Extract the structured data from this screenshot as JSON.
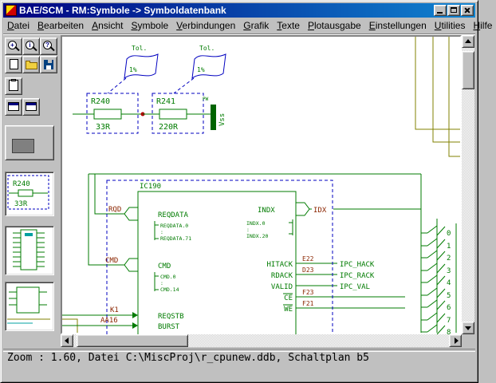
{
  "window": {
    "title": "BAE/SCM - RM:Symbole -> Symboldatenbank"
  },
  "menu": {
    "items": [
      "Datei",
      "Bearbeiten",
      "Ansicht",
      "Symbole",
      "Verbindungen",
      "Grafik",
      "Texte",
      "Plotausgabe",
      "Einstellungen",
      "Utilities",
      "Hilfe"
    ]
  },
  "toolbar": {
    "zoom_in_glyph": "+",
    "zoom_info_glyph": "i",
    "zoom_help_glyph": "?",
    "preview": {
      "ref": "R240",
      "value": "33R"
    }
  },
  "canvas": {
    "flag1": {
      "label": "Tol.",
      "value": "1%"
    },
    "flag2": {
      "label": "Tol.",
      "value": "1%"
    },
    "r240": {
      "ref": "R240",
      "value": "33R"
    },
    "r241": {
      "ref": "R241",
      "value": "220R"
    },
    "power": {
      "type": "PW",
      "net": "Vss"
    },
    "ic190": {
      "ref": "IC190",
      "nets": {
        "rqd": "RQD",
        "cmd": "CMD",
        "k1": "K1",
        "aa16": "AA16",
        "idx": "IDX",
        "ipc_hack": "IPC_HACK",
        "ipc_rack": "IPC_RACK",
        "ipc_val": "IPC_VAL"
      },
      "pins": {
        "e22": "E22",
        "d23": "D23",
        "f23": "F23",
        "f21": "F21"
      },
      "left": {
        "reqdata": "REQDATA",
        "reqdata0": "REQDATA.0",
        "dots1": ":",
        "reqdata71": "REQDATA.71",
        "cmd": "CMD",
        "cmd0": "CMD.0",
        "dots2": ":",
        "cmd14": "CMD.14",
        "reqstb": "REQSTB",
        "burst": "BURST"
      },
      "right": {
        "indx": "INDX",
        "indx0": "INDX.0",
        "dots3": ":",
        "indx20": "INDX.20",
        "hitack": "HITACK",
        "rdack": "RDACK",
        "valid": "VALID",
        "ce": "CE",
        "we": "WE"
      }
    },
    "bus_numbers": [
      "0",
      "1",
      "2",
      "3",
      "4",
      "5",
      "6",
      "7",
      "8"
    ]
  },
  "statusbar": {
    "text": "Zoom : 1.60, Datei C:\\MiscProj\\r_cpunew.ddb, Schaltplan b5"
  },
  "colors": {
    "wire_green": "#007b00",
    "wire_olive": "#808000",
    "selection_blue": "#0000c0",
    "pin_red": "#8b2500",
    "titlebar_left": "#000080",
    "titlebar_right": "#1084d0"
  }
}
